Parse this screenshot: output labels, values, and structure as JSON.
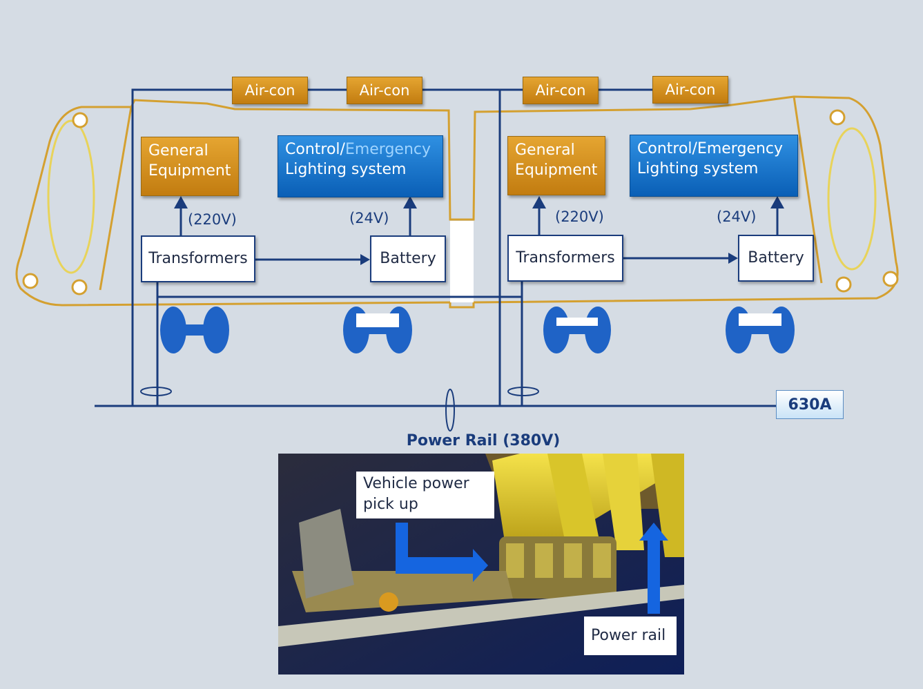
{
  "aircon_units": [
    "Air-con",
    "Air-con",
    "Air-con",
    "Air-con"
  ],
  "cars": [
    {
      "general_equipment": "General Equipment",
      "control_prefix": "Control/",
      "control_emphasis": "Emergency",
      "control_line2": "Lighting system",
      "voltage_general": "(220V)",
      "voltage_battery": "(24V)",
      "transformers": "Transformers",
      "battery": "Battery"
    },
    {
      "general_equipment": "General Equipment",
      "control_prefix": "Control/",
      "control_emphasis": "Emergency",
      "control_line2": "Lighting system",
      "voltage_general": "(220V)",
      "voltage_battery": "(24V)",
      "transformers": "Transformers",
      "battery": "Battery"
    }
  ],
  "current_rating": "630A",
  "power_rail": {
    "title": "Power Rail (380V)",
    "photo_labels": {
      "pickup": "Vehicle power pick up",
      "rail": "Power rail"
    }
  },
  "colors": {
    "background": "#d5dce4",
    "train_outline": "#d4a030",
    "wiring": "#1a3c7c",
    "equipment_orange": "#d9951f",
    "control_blue": "#1a73cc",
    "wheel_blue": "#1f63c6",
    "rail_yellow": "#e8d02a"
  }
}
